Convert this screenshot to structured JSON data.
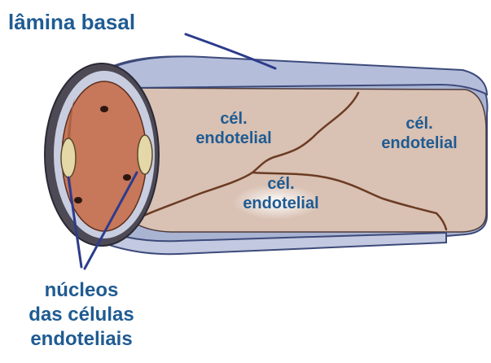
{
  "labels": {
    "basal_lamina": "lâmina basal",
    "cell_left_1": "cél.",
    "cell_left_2": "endotelial",
    "cell_right_1": "cél.",
    "cell_right_2": "endotelial",
    "cell_bottom_1": "cél.",
    "cell_bottom_2": "endotelial",
    "nuclei_1": "núcleos",
    "nuclei_2": "das células",
    "nuclei_3": "endoteliais"
  },
  "colors": {
    "label_text": "#1f5b92",
    "pointer_line": "#2c3c8c",
    "basal_lamina": "#a9b3d2",
    "endothelium": "#d9c1b3",
    "lumen": "#c7775a",
    "cell_border": "#6b3b23"
  }
}
